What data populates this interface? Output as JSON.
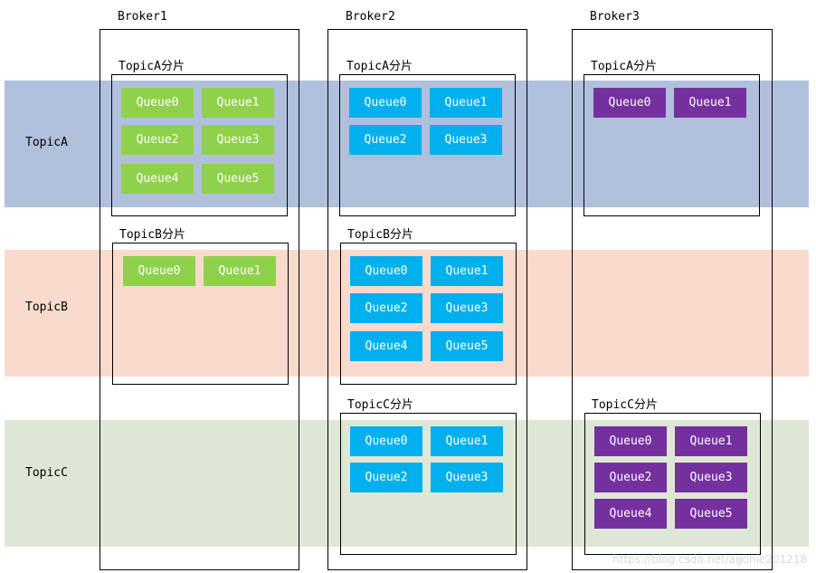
{
  "topics": [
    {
      "label": "TopicA"
    },
    {
      "label": "TopicB"
    },
    {
      "label": "TopicC"
    }
  ],
  "brokers": [
    {
      "title": "Broker1"
    },
    {
      "title": "Broker2"
    },
    {
      "title": "Broker3"
    }
  ],
  "shards": {
    "b1_a": "TopicA分片",
    "b1_b": "TopicB分片",
    "b2_a": "TopicA分片",
    "b2_b": "TopicB分片",
    "b2_c": "TopicC分片",
    "b3_a": "TopicA分片",
    "b3_c": "TopicC分片"
  },
  "queues": [
    "Queue0",
    "Queue1",
    "Queue2",
    "Queue3",
    "Queue4",
    "Queue5"
  ],
  "colors": {
    "broker1_queue": "#8fd14a",
    "broker2_queue": "#00b0ec",
    "broker3_queue": "#7530a0",
    "topicA_band": "#b0c0dc",
    "topicB_band": "#fadacd",
    "topicC_band": "#dee6d5"
  },
  "watermark": "https://blog.csdn.net/agonie201218"
}
